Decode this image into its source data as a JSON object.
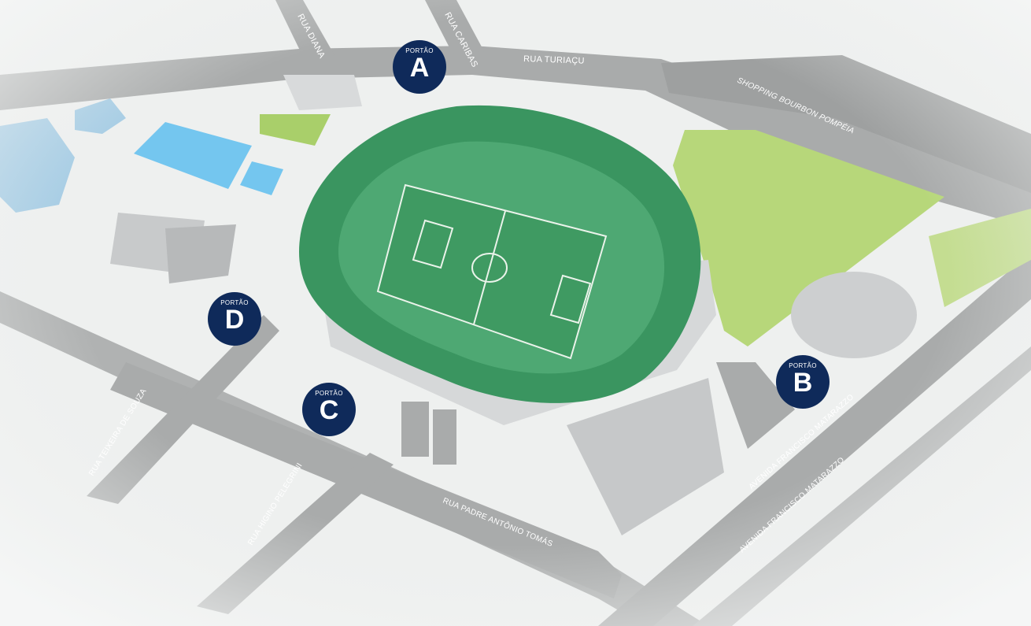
{
  "streets": {
    "rua_diana": "RUA DIANA",
    "rua_caribas": "RUA CARIBAS",
    "rua_turiacu": "RUA TURIAÇU",
    "shopping": "SHOPPING BOURBON POMPÉIA",
    "rua_teixeira": "RUA TEIXEIRA DE SOUZA",
    "rua_higino": "RUA HIGINO PELEGRINI",
    "rua_padre": "RUA PADRE ANTÔNIO TOMÁS",
    "av_matarazzo_1": "AVENIDA FRANCISCO MATARAZZO",
    "av_matarazzo_2": "AVENIDA FRANCISCO MATARAZZO"
  },
  "gates": [
    {
      "label": "PORTÃO",
      "letter": "A"
    },
    {
      "label": "PORTÃO",
      "letter": "B"
    },
    {
      "label": "PORTÃO",
      "letter": "C"
    },
    {
      "label": "PORTÃO",
      "letter": "D"
    }
  ],
  "colors": {
    "gate": "#0f2a5a",
    "road": "#a9abab",
    "pitch": "#3f9a62",
    "stands": "#2f8a55",
    "park": "#b7d77a",
    "pool": "#74c6ef"
  }
}
